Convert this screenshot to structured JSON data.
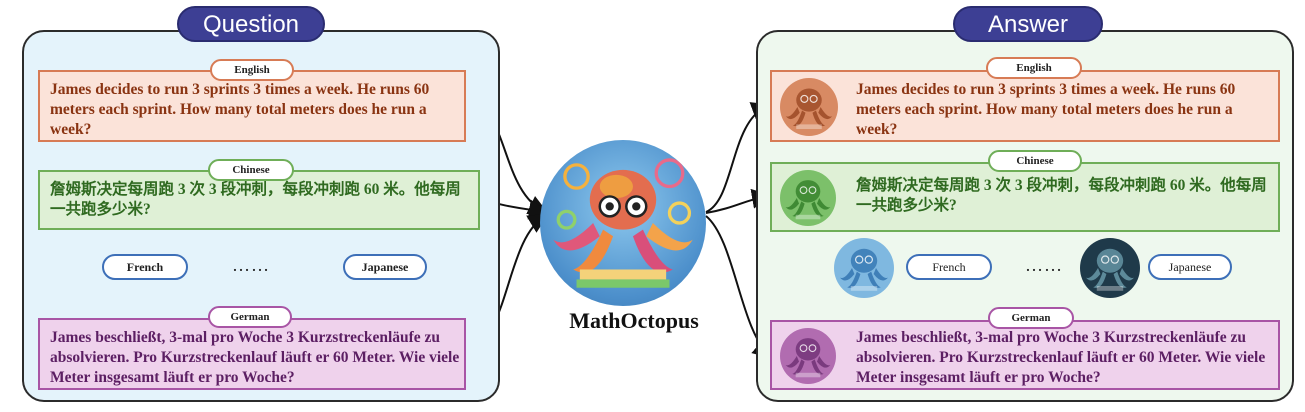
{
  "question_panel": {
    "title": "Question",
    "english": {
      "tag": "English",
      "text": "James decides to run 3 sprints 3 times a week.  He runs 60 meters each sprint.  How many total meters does he run a week?"
    },
    "chinese": {
      "tag": "Chinese",
      "text": "詹姆斯决定每周跑 3 次 3 段冲刺，每段冲刺跑 60 米。他每周一共跑多少米?"
    },
    "french_label": "French",
    "ellipsis": "……",
    "japanese_label": "Japanese",
    "german": {
      "tag": "German",
      "text": "James beschließt, 3-mal pro Woche 3 Kurzstreckenläufe zu absolvieren. Pro Kurzstreckenlauf läuft er 60 Meter. Wie viele Meter insgesamt läuft er pro Woche?"
    }
  },
  "model": {
    "name": "MathOctopus"
  },
  "answer_panel": {
    "title": "Answer",
    "english": {
      "tag": "English",
      "text": "James decides to run 3 sprints 3 times a week.  He runs 60 meters each sprint.  How many total meters does he run a week?"
    },
    "chinese": {
      "tag": "Chinese",
      "text": "詹姆斯决定每周跑 3 次 3 段冲刺，每段冲刺跑 60 米。他每周一共跑多少米?"
    },
    "french_label": "French",
    "ellipsis": "……",
    "japanese_label": "Japanese",
    "german": {
      "tag": "German",
      "text": "James beschließt, 3-mal pro Woche 3 Kurzstreckenläufe zu absolvieren. Pro Kurzstreckenlauf läuft er 60 Meter. Wie viele Meter insgesamt läuft er pro Woche?"
    }
  },
  "colors": {
    "english": "#d77b55",
    "chinese": "#6fae58",
    "german": "#a855a5",
    "title_pill": "#3d3f94",
    "french_avatar": "#7fb8e0",
    "japanese_avatar": "#1f3a4a"
  }
}
